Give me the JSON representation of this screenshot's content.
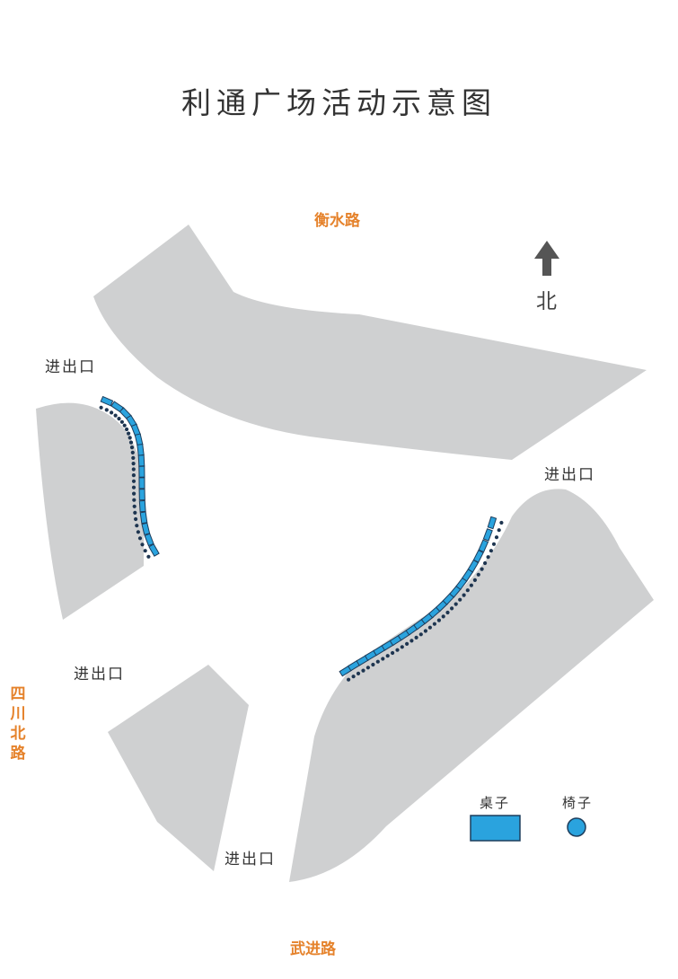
{
  "title": "利通广场活动示意图",
  "roads": {
    "north": "衡水路",
    "south": "武进路",
    "west": "四川北路"
  },
  "gates": [
    "进出口",
    "进出口",
    "进出口",
    "进出口"
  ],
  "compass": {
    "label": "北",
    "icon": "north-arrow-icon"
  },
  "legend": {
    "table": "桌子",
    "chair": "椅子"
  },
  "colors": {
    "block": "#cfd0d1",
    "table_fill": "#2aa3de",
    "table_stroke": "#1d3d5c",
    "chair_dot": "#1e3550",
    "road_text": "#e5822b",
    "arrow": "#555555"
  }
}
